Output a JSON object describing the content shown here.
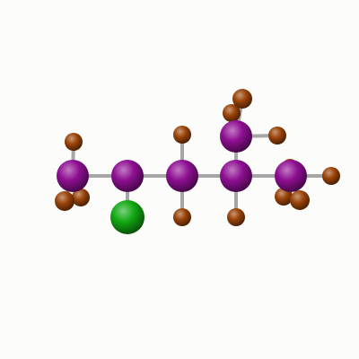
{
  "scene": {
    "background_color": "#fcfcfa",
    "bond_color": "#a6a6a6",
    "atom_colors": {
      "carbon": "#8e0f92",
      "hydrogen": "#9a4308",
      "chlorine": "#11a812"
    }
  },
  "molecule": {
    "atoms": [
      {
        "id": "h-a",
        "element": "hydrogen"
      },
      {
        "id": "h-b",
        "element": "hydrogen"
      },
      {
        "id": "h-c",
        "element": "hydrogen"
      },
      {
        "id": "h-d",
        "element": "hydrogen"
      },
      {
        "id": "h-e",
        "element": "hydrogen"
      },
      {
        "id": "h-f",
        "element": "hydrogen"
      },
      {
        "id": "h-g",
        "element": "hydrogen"
      },
      {
        "id": "h-h",
        "element": "hydrogen"
      },
      {
        "id": "h-i",
        "element": "hydrogen"
      },
      {
        "id": "h-j",
        "element": "hydrogen"
      },
      {
        "id": "h-k",
        "element": "hydrogen"
      },
      {
        "id": "h-l",
        "element": "hydrogen"
      },
      {
        "id": "h-m",
        "element": "hydrogen"
      },
      {
        "id": "c-1",
        "element": "carbon"
      },
      {
        "id": "c-2",
        "element": "carbon"
      },
      {
        "id": "c-3",
        "element": "carbon"
      },
      {
        "id": "c-4",
        "element": "carbon"
      },
      {
        "id": "c-5",
        "element": "carbon"
      },
      {
        "id": "c-6",
        "element": "carbon"
      },
      {
        "id": "cl-1",
        "element": "chlorine"
      }
    ],
    "bonds": [
      [
        "c-1",
        "c-2"
      ],
      [
        "c-2",
        "c-3"
      ],
      [
        "c-3",
        "c-4"
      ],
      [
        "c-4",
        "c-5"
      ],
      [
        "c-4",
        "c-6"
      ],
      [
        "c-1",
        "h-a"
      ],
      [
        "c-1",
        "h-b"
      ],
      [
        "c-1",
        "h-c"
      ],
      [
        "c-2",
        "cl-1"
      ],
      [
        "c-3",
        "h-d"
      ],
      [
        "c-3",
        "h-e"
      ],
      [
        "c-4",
        "h-f"
      ],
      [
        "c-6",
        "h-g"
      ],
      [
        "c-6",
        "h-h"
      ],
      [
        "c-6",
        "h-i"
      ],
      [
        "c-5",
        "h-j"
      ],
      [
        "c-5",
        "h-k"
      ],
      [
        "c-5",
        "h-l"
      ],
      [
        "c-5",
        "h-m"
      ]
    ]
  }
}
